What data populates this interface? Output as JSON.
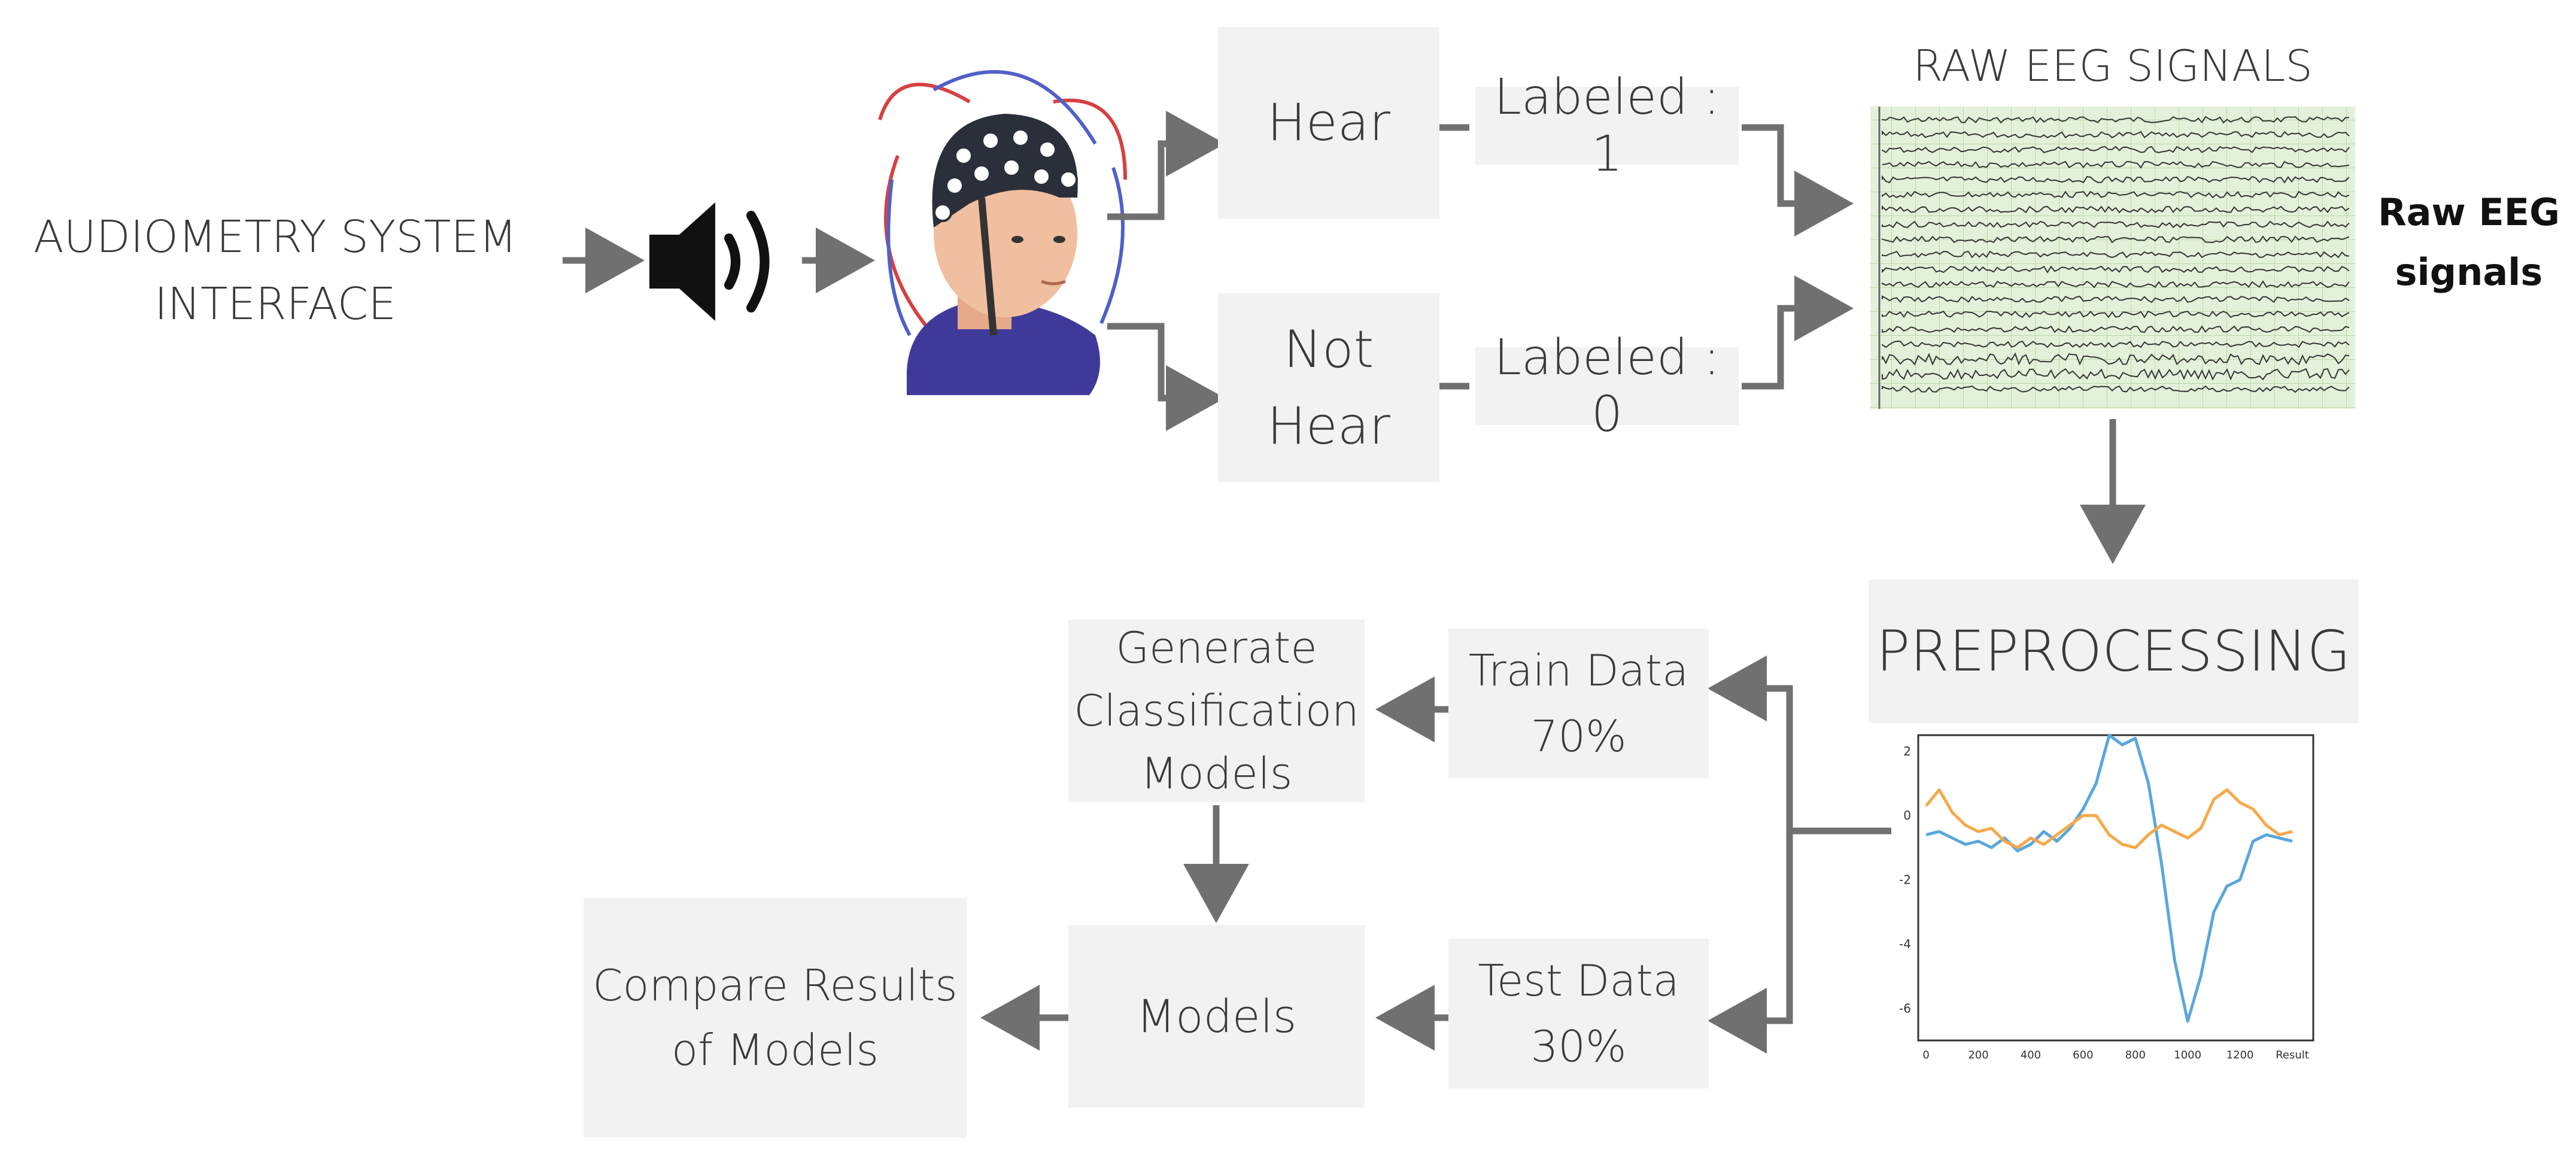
{
  "source": {
    "title_lines": [
      "AUDIOMETRY SYSTEM",
      "INTERFACE"
    ]
  },
  "branches": {
    "hear": {
      "label_lines": [
        "Hear"
      ],
      "tag": "Labeled : 1"
    },
    "not_hear": {
      "label_lines": [
        "Not",
        "Hear"
      ],
      "tag": "Labeled : 0"
    }
  },
  "raw_signals": {
    "title": "RAW EEG SIGNALS",
    "caption_lines": [
      "Raw EEG",
      "signals"
    ]
  },
  "preprocessing": {
    "label": "PREPROCESSING"
  },
  "split": {
    "train": {
      "lines": [
        "Train Data",
        "70%"
      ]
    },
    "test": {
      "lines": [
        "Test Data",
        "30%"
      ]
    }
  },
  "generate": {
    "lines": [
      "Generate",
      "Classification",
      "Models"
    ]
  },
  "models": {
    "label": "Models"
  },
  "compare": {
    "lines": [
      "Compare Results",
      "of Models"
    ]
  },
  "chart_data": {
    "type": "line",
    "x_ticks": [
      "0",
      "200",
      "400",
      "600",
      "800",
      "1000",
      "1200",
      "Result"
    ],
    "y_ticks": [
      2,
      0,
      -2,
      -4,
      -6
    ],
    "ylim": [
      -7,
      2.5
    ],
    "xlim": [
      -30,
      1480
    ],
    "series": [
      {
        "color": "#5aa6dc",
        "x": [
          0,
          50,
          100,
          150,
          200,
          250,
          300,
          350,
          400,
          450,
          500,
          550,
          600,
          650,
          700,
          750,
          800,
          850,
          900,
          950,
          1000,
          1050,
          1100,
          1150,
          1200,
          1250,
          1300,
          1350,
          1400
        ],
        "y": [
          -0.6,
          -0.5,
          -0.7,
          -0.9,
          -0.8,
          -1.0,
          -0.7,
          -1.1,
          -0.9,
          -0.5,
          -0.8,
          -0.4,
          0.2,
          1.0,
          2.5,
          2.2,
          2.4,
          1.0,
          -1.5,
          -4.5,
          -6.4,
          -5.0,
          -3.0,
          -2.2,
          -2.0,
          -0.8,
          -0.6,
          -0.7,
          -0.8
        ]
      },
      {
        "color": "#f5a94a",
        "x": [
          0,
          50,
          100,
          150,
          200,
          250,
          300,
          350,
          400,
          450,
          500,
          550,
          600,
          650,
          700,
          750,
          800,
          850,
          900,
          950,
          1000,
          1050,
          1100,
          1150,
          1200,
          1250,
          1300,
          1350,
          1400
        ],
        "y": [
          0.3,
          0.8,
          0.1,
          -0.3,
          -0.5,
          -0.4,
          -0.8,
          -1.0,
          -0.7,
          -0.9,
          -0.6,
          -0.3,
          0.0,
          0.0,
          -0.6,
          -0.9,
          -1.0,
          -0.6,
          -0.3,
          -0.5,
          -0.7,
          -0.4,
          0.5,
          0.8,
          0.4,
          0.2,
          -0.3,
          -0.6,
          -0.5
        ]
      }
    ]
  }
}
